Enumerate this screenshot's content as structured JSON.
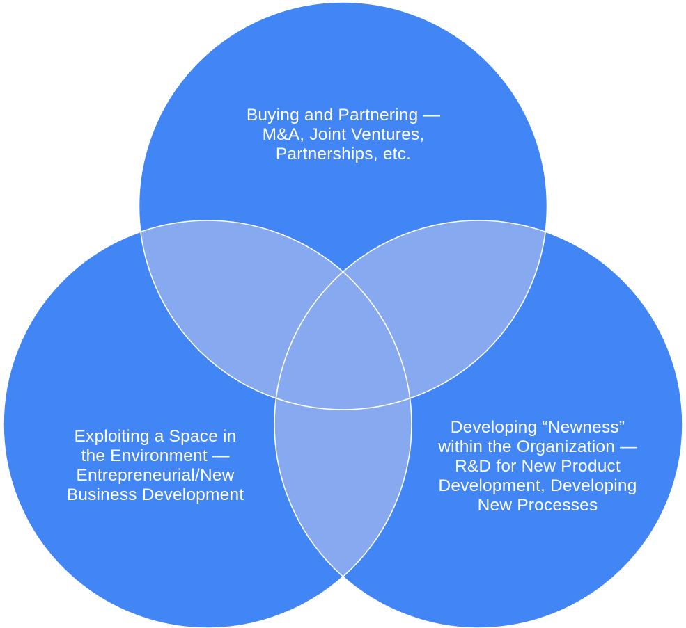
{
  "diagram": {
    "type": "venn-3-circle",
    "background": "#ffffff",
    "colors": {
      "circle_fill": "#4285f4",
      "overlap_fill": "#87a9ef",
      "outline": "#ffffff",
      "label_text": "#ffffff"
    },
    "circles": [
      {
        "id": "buying-partnering",
        "position": "top",
        "label": "Buying and Partnering —\nM&A, Joint Ventures,\nPartnerships, etc."
      },
      {
        "id": "exploiting-space",
        "position": "bottom-left",
        "label": "Exploiting a Space in\nthe Environment —\nEntrepreneurial/New\nBusiness Development"
      },
      {
        "id": "developing-newness",
        "position": "bottom-right",
        "label": "Developing “Newness”\nwithin the Organization —\nR&D for New Product\nDevelopment, Developing\nNew Processes"
      }
    ]
  }
}
